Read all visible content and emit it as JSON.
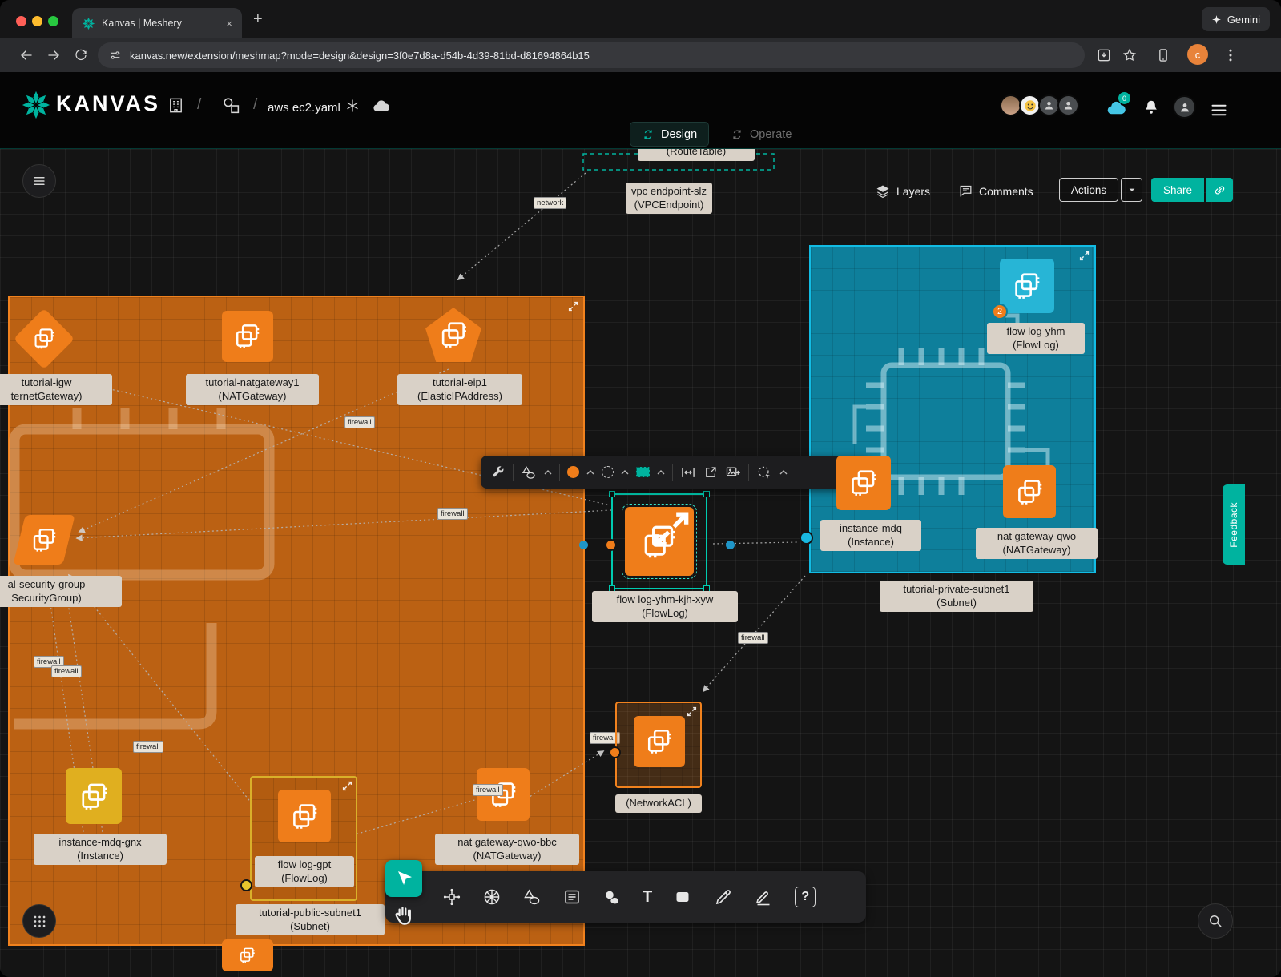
{
  "colors": {
    "teal": "#00B39F",
    "cyan": "#21B8DC",
    "orange": "#EF7D1A",
    "yellow": "#DFAF1F",
    "container_orange": "#BB6113",
    "container_teal": "#0E7F9B",
    "label_bg": "#D9D1C7"
  },
  "browser": {
    "tab_title": "Kanvas | Meshery",
    "close_glyph": "×",
    "new_tab_glyph": "+",
    "gemini_label": "Gemini",
    "url": "kanvas.new/extension/meshmap?mode=design&design=3f0e7d8a-d54b-4d39-81bd-d81694864b15",
    "profile_initial": "c"
  },
  "header": {
    "logo": "KANVAS",
    "breadcrumb_sep": "/",
    "file_name": "aws ec2.yaml",
    "cloud_badge": "0",
    "design_tab": "Design",
    "operate_tab": "Operate"
  },
  "controls": {
    "layers": "Layers",
    "comments": "Comments",
    "actions": "Actions",
    "share": "Share",
    "feedback": "Feedback"
  },
  "tools": {
    "text_tool": "T",
    "help": "?"
  },
  "edge_labels": {
    "network": "network",
    "firewall": "firewall"
  },
  "nodes": {
    "route_table": {
      "type": "(RouteTable)"
    },
    "vpc_endpoint": {
      "name": "vpc endpoint-slz",
      "type": "(VPCEndpoint)"
    },
    "igw": {
      "name": "tutorial-igw",
      "type": "ternetGateway)"
    },
    "natgateway1": {
      "name": "tutorial-natgateway1",
      "type": "(NATGateway)"
    },
    "eip1": {
      "name": "tutorial-eip1",
      "type": "(ElasticIPAddress)"
    },
    "security_group": {
      "name": "al-security-group",
      "type": "SecurityGroup)"
    },
    "instance_gnx": {
      "name": "instance-mdq-gnx",
      "type": "(Instance)"
    },
    "flow_log_gpt": {
      "name": "flow log-gpt",
      "type": "(FlowLog)"
    },
    "public_subnet": {
      "name": "tutorial-public-subnet1",
      "type": "(Subnet)"
    },
    "natgateway_bbc": {
      "name": "nat gateway-qwo-bbc",
      "type": "(NATGateway)"
    },
    "network_acl": {
      "type": "(NetworkACL)"
    },
    "flow_log_sel": {
      "name": "flow log-yhm-kjh-xyw",
      "type": "(FlowLog)"
    },
    "flow_log_yhm": {
      "name": "flow log-yhm",
      "type": "(FlowLog)",
      "badge": "2"
    },
    "instance_mdq": {
      "name": "instance-mdq",
      "type": "(Instance)"
    },
    "natgateway_qwo": {
      "name": "nat gateway-qwo",
      "type": "(NATGateway)"
    },
    "private_subnet": {
      "name": "tutorial-private-subnet1",
      "type": "(Subnet)"
    }
  }
}
